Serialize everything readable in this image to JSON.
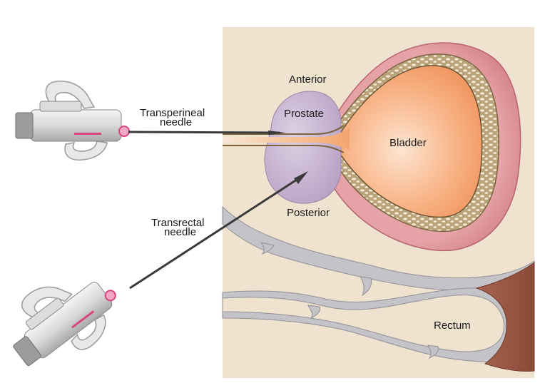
{
  "labels": {
    "anterior": "Anterior",
    "prostate": "Prostate",
    "bladder": "Bladder",
    "posterior": "Posterior",
    "rectum": "Rectum",
    "transperineal_line1": "Transperineal",
    "transperineal_line2": "needle",
    "transrectal_line1": "Transrectal",
    "transrectal_line2": "needle"
  },
  "colors": {
    "background_panel": "#efe3cf",
    "bladder_wall": "#d98a8f",
    "bladder_inner": "#f4a46e",
    "prostate": "#c6b2cf",
    "rectum_tissue": "#c0c0c4",
    "needle_handle": "#d6d6d6",
    "needle_accent": "#d9457f"
  }
}
